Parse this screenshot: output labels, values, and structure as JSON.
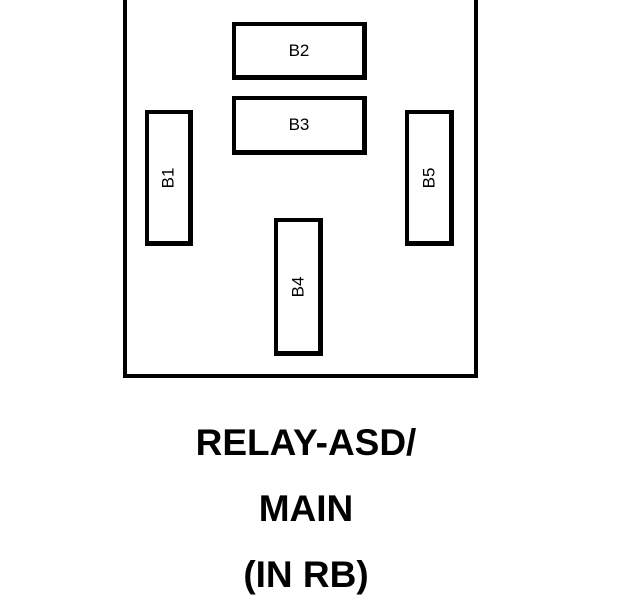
{
  "terminals": {
    "b1": "B1",
    "b2": "B2",
    "b3": "B3",
    "b4": "B4",
    "b5": "B5"
  },
  "caption": {
    "line1": "RELAY-ASD/",
    "line2": "MAIN",
    "line3": "(IN RB)"
  }
}
